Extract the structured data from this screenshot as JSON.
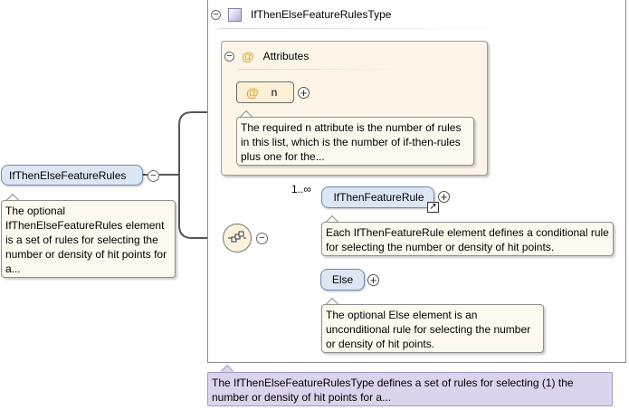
{
  "type": {
    "title": "IfThenElseFeatureRulesType",
    "doc": "The IfThenElseFeatureRulesType defines a set of rules for selecting (1) the number or density of hit points for a...",
    "toggle": "−"
  },
  "attributes": {
    "title": "Attributes",
    "toggle": "−",
    "at_symbol": "@",
    "items": [
      {
        "name": "n",
        "doc": "The required n attribute is the number of rules in this list, which is the number of if-then-rules plus one for the..."
      }
    ]
  },
  "root": {
    "name": "IfThenElseFeatureRules",
    "doc": "The optional IfThenElseFeatureRules element is a set of rules for selecting the number or density of hit points for a...",
    "toggle": "−"
  },
  "sequence": {
    "toggle": "−"
  },
  "children": [
    {
      "name": "IfThenFeatureRule",
      "cardinality": "1..∞",
      "doc": "Each IfThenFeatureRule element defines a conditional rule for selecting the number or density of hit points."
    },
    {
      "name": "Else",
      "doc": "The optional Else element is an unconditional rule for selecting the number or density of hit points."
    }
  ],
  "expand_symbol": "+",
  "colors": {
    "element_fill": "#dce6f5",
    "attribute_fill": "#fdf6e8",
    "type_doc_fill": "#dcd3ec",
    "doc_fill": "#fdf9ee",
    "connector": "#555555"
  }
}
